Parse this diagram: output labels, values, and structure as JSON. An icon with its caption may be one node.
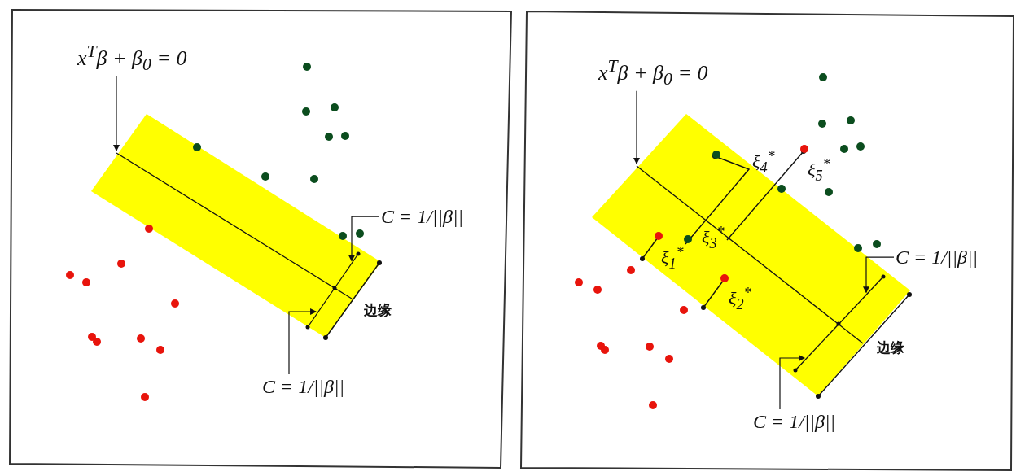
{
  "diagram": {
    "nodes": [
      {
        "text": [
          "x$^{T}$β + β$_{0}$ = 0"
        ]
      },
      {
        "text": [
          "C = 1/||β||"
        ]
      },
      {
        "text": [
          "C = 1/||β||"
        ]
      },
      {
        "text": [
          "x$^{T}$β + β$_{0}$ = 0"
        ]
      },
      {
        "text": [
          "C = 1/||β||"
        ]
      },
      {
        "text": [
          "C = 1/||β||"
        ]
      },
      {
        "text": [],
        "shape": "line"
      },
      {
        "text": [],
        "shape": "line"
      },
      {
        "text": [],
        "shape": "line"
      },
      {
        "text": [],
        "shape": "line"
      }
    ],
    "edges": [
      {
        "from": 0,
        "to": 6,
        "arrow": "to"
      },
      {
        "from": 1,
        "to": 7,
        "arrow": "to"
      },
      {
        "from": 2,
        "to": 7,
        "arrow": "to"
      },
      {
        "from": 3,
        "to": 8,
        "arrow": "to"
      },
      {
        "from": 4,
        "to": 9,
        "arrow": "to"
      },
      {
        "from": 5,
        "to": 9,
        "arrow": "to"
      }
    ],
    "labels": [
      "边缘",
      "ξ$_{4}$$^{*}$",
      "ξ$_{5}$$^{*}$",
      "ξ$_{3}$$^{*}$",
      "ξ$_{1}$$^{*}$",
      "ξ$_{2}$$^{*}$",
      "边缘"
    ]
  }
}
